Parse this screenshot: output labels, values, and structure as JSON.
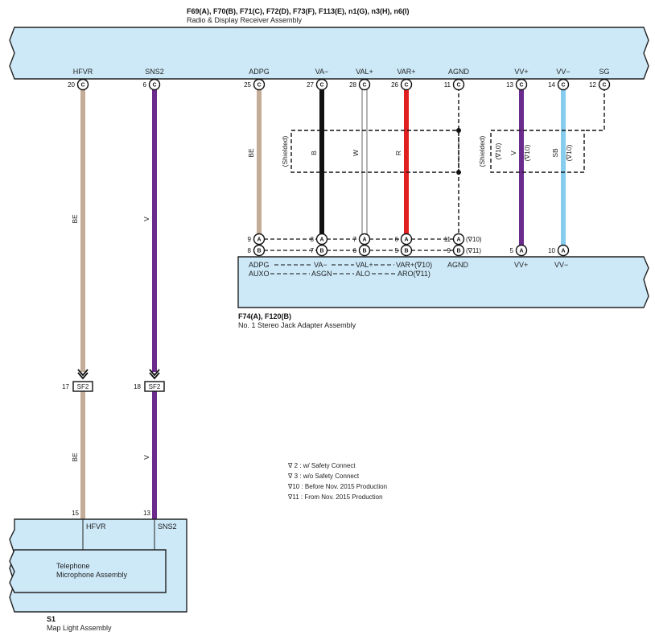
{
  "colors": {
    "assembly_fill": "#cde9f8",
    "wire_be": "#c4ad98",
    "wire_v": "#6b2b8c",
    "wire_b": "#111111",
    "wire_w": "#ffffff",
    "wire_r": "#e02020",
    "wire_sb": "#86ccef"
  },
  "receiver": {
    "connectors": "F69(A), F70(B), F71(C), F72(D), F73(F), F113(E), n1(G), n3(H), n6(I)",
    "name": "Radio & Display Receiver Assembly",
    "terminals": [
      {
        "label": "HFVR",
        "pin": "20",
        "conn": "C"
      },
      {
        "label": "SNS2",
        "pin": "6",
        "conn": "C"
      },
      {
        "label": "ADPG",
        "pin": "25",
        "conn": "C"
      },
      {
        "label": "VA−",
        "pin": "27",
        "conn": "C"
      },
      {
        "label": "VAL+",
        "pin": "28",
        "conn": "C"
      },
      {
        "label": "VAR+",
        "pin": "26",
        "conn": "C"
      },
      {
        "label": "AGND",
        "pin": "11",
        "conn": "C"
      },
      {
        "label": "VV+",
        "pin": "13",
        "conn": "C"
      },
      {
        "label": "VV−",
        "pin": "14",
        "conn": "C"
      },
      {
        "label": "SG",
        "pin": "12",
        "conn": "C"
      }
    ]
  },
  "wires": {
    "hfvr": "BE",
    "sns2": "V",
    "adpg": "BE",
    "va": "B",
    "val": "W",
    "var": "R",
    "vvp": "V",
    "vvm": "SB",
    "vvp_note": "(∇10)",
    "vvm_note": "(∇10)",
    "hfvr_lower": "BE",
    "sns2_lower": "V"
  },
  "shielded": {
    "left": "(Shielded)",
    "right": "(Shielded)",
    "right_note": "(∇10)"
  },
  "jack": {
    "connectors": "F74(A), F120(B)",
    "name": "No. 1 Stereo Jack Adapter Assembly",
    "row_a": [
      {
        "pin": "9",
        "conn": "A"
      },
      {
        "pin": "8",
        "conn": "A"
      },
      {
        "pin": "7",
        "conn": "A"
      },
      {
        "pin": "6",
        "conn": "A"
      },
      {
        "pin": "11",
        "conn": "A",
        "note": "(∇10)"
      },
      {
        "pin": "5",
        "conn": "A"
      },
      {
        "pin": "10",
        "conn": "A"
      }
    ],
    "row_b": [
      {
        "pin": "8",
        "conn": "B"
      },
      {
        "pin": "7",
        "conn": "B"
      },
      {
        "pin": "6",
        "conn": "B"
      },
      {
        "pin": "5",
        "conn": "B"
      },
      {
        "pin": "9",
        "conn": "B",
        "note": "(∇11)"
      }
    ],
    "labels_a": [
      "ADPG",
      "VA−",
      "VAL+",
      "VAR+(∇10)",
      "AGND",
      "VV+",
      "VV−"
    ],
    "labels_b": [
      "AUXO",
      "ASGN",
      "ALO",
      "ARO(∇11)"
    ]
  },
  "splices": [
    {
      "pin": "17",
      "label": "SF2"
    },
    {
      "pin": "18",
      "label": "SF2"
    }
  ],
  "notes": [
    "∇ 2 : w/ Safety Connect",
    "∇ 3 : w/o Safety Connect",
    "∇10 : Before Nov.  2015 Production",
    "∇11 : From Nov.  2015 Production"
  ],
  "map_light": {
    "id": "S1",
    "name": "Map Light Assembly",
    "pins": [
      {
        "pin": "15",
        "label": "HFVR"
      },
      {
        "pin": "13",
        "label": "SNS2"
      }
    ],
    "sub_name_1": "Telephone",
    "sub_name_2": "Microphone Assembly"
  }
}
